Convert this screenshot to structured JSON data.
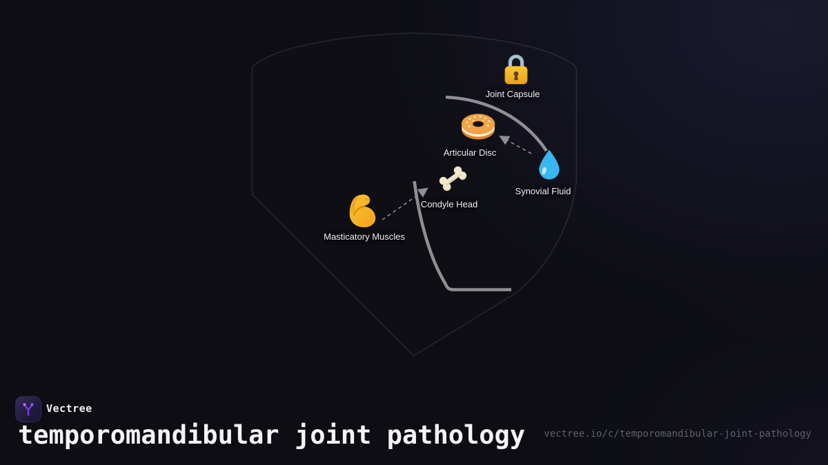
{
  "brand": {
    "name": "Vectree",
    "logo_icon": "vectree-branch-icon",
    "accent_purple": "#8b5cf6",
    "accent_magenta": "#d946ef"
  },
  "title": "temporomandibular joint pathology",
  "share_url": "vectree.io/c/temporomandibular-joint-pathology",
  "diagram": {
    "outline_shape": "shield",
    "nodes": [
      {
        "id": "joint-capsule",
        "label": "Joint Capsule",
        "icon": "lock-icon"
      },
      {
        "id": "articular-disc",
        "label": "Articular Disc",
        "icon": "bagel-icon"
      },
      {
        "id": "synovial-fluid",
        "label": "Synovial Fluid",
        "icon": "water-droplet-icon"
      },
      {
        "id": "condyle-head",
        "label": "Condyle Head",
        "icon": "bone-icon"
      },
      {
        "id": "masticatory-muscles",
        "label": "Masticatory Muscles",
        "icon": "flexed-biceps-icon"
      }
    ],
    "edges": [
      {
        "from": "synovial-fluid",
        "to": "articular-disc",
        "style": "dashed-arrow"
      },
      {
        "from": "masticatory-muscles",
        "to": "condyle-head",
        "style": "dashed-arrow"
      }
    ]
  },
  "colors": {
    "background": "#0d0d13",
    "shield_outline": "#2c2c38",
    "jaw_line": "#8f8f93",
    "edge_line": "#8e8e96",
    "label_text": "#f2f2f4",
    "url_text": "#60606c"
  }
}
